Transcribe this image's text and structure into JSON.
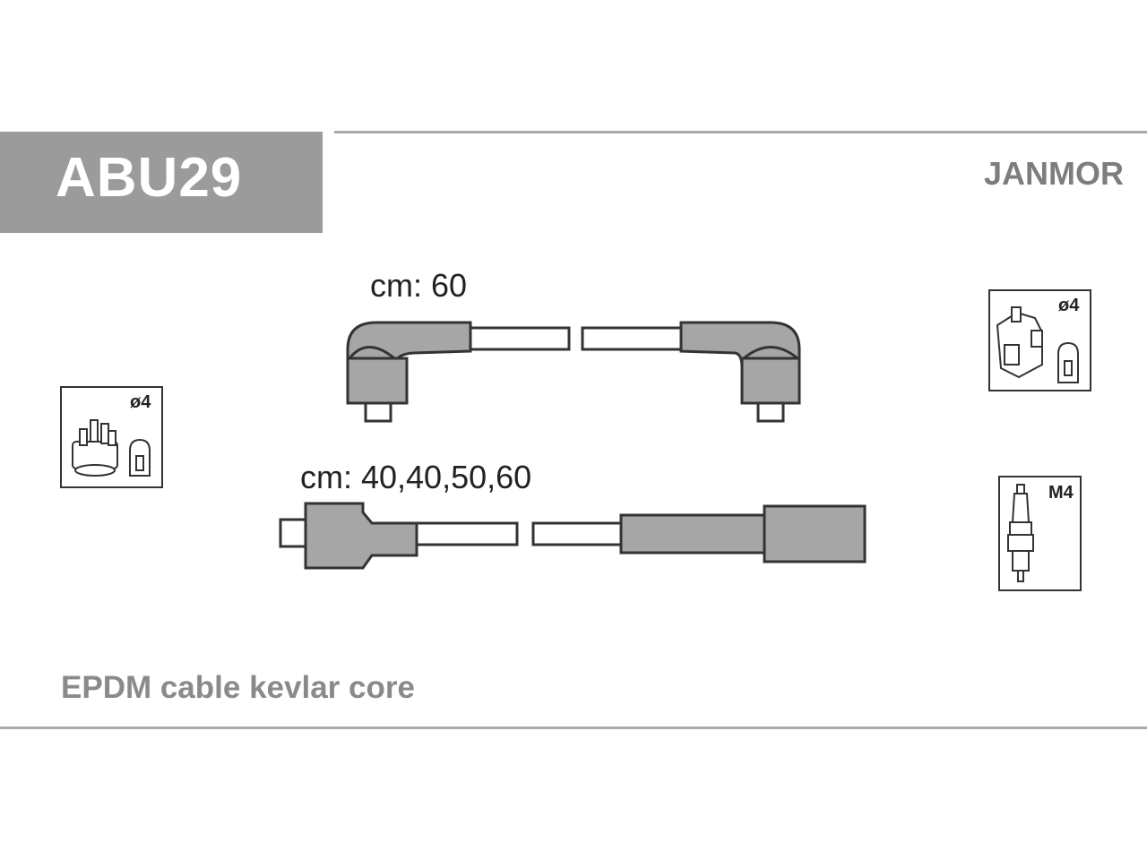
{
  "header": {
    "part_code": "ABU29",
    "brand": "JANMOR"
  },
  "cables": [
    {
      "label": "cm: 60"
    },
    {
      "label": "cm: 40,40,50,60"
    }
  ],
  "icons": {
    "distributor_left": {
      "label": "ø4"
    },
    "coil_right": {
      "label": "ø4"
    },
    "spark_plug": {
      "label": "M4"
    }
  },
  "footer": {
    "description": "EPDM cable kevlar core"
  },
  "colors": {
    "header_box": "#9b9b9b",
    "connector_fill": "#a6a6a6",
    "outline": "#333333"
  }
}
